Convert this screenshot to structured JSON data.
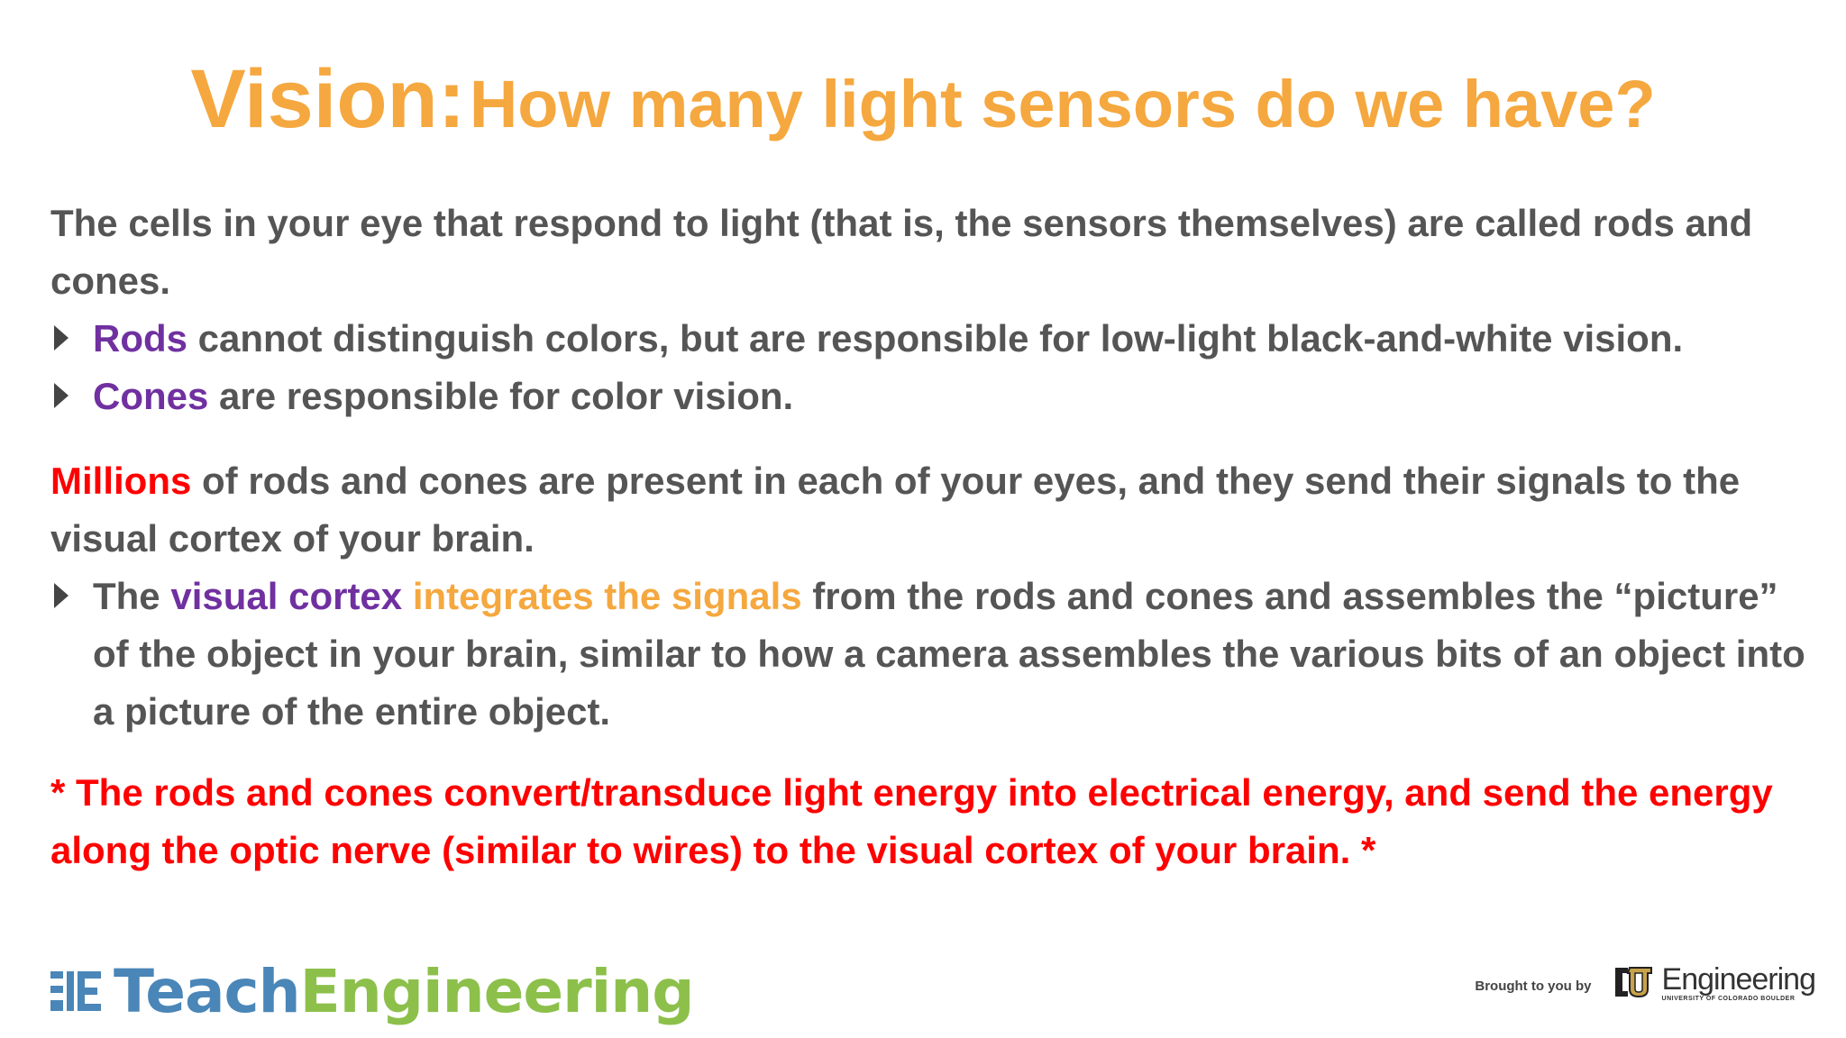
{
  "title": {
    "main": "Vision:",
    "sub": "How many light sensors do we have?"
  },
  "intro": {
    "text": "The cells in your eye that respond to light (that is, the sensors themselves) are called rods and cones."
  },
  "bullets1": [
    {
      "highlight": "Rods",
      "rest": " cannot distinguish colors, but are responsible for low-light black-and-white vision."
    },
    {
      "highlight": "Cones",
      "rest": " are responsible for color vision."
    }
  ],
  "para2": {
    "highlight": "Millions",
    "rest": " of rods and cones are present in each of your eyes, and they send their signals to the visual cortex of your brain."
  },
  "bullet2": {
    "lead": "The ",
    "highlight_purple": "visual cortex",
    "highlight_orange": " integrates the signals",
    "rest": " from the rods and cones and assembles the “picture” of the object in your brain, similar to how a camera assembles the various bits of an object into a picture of the entire object."
  },
  "note": "* The rods and cones convert/transduce light energy into electrical energy, and send the energy along the optic nerve (similar to wires) to the visual cortex of your brain. *",
  "footer": {
    "logo_teach": "Teach",
    "logo_engineering": "Engineering",
    "brought_by": "Brought to you by",
    "cu_engineering": "Engineering",
    "cu_sub": "UNIVERSITY OF COLORADO BOULDER"
  },
  "colors": {
    "title": "#f5a83f",
    "body": "#555555",
    "purple": "#7030a0",
    "red": "#ff0000",
    "teach_blue": "#4a86b8",
    "eng_green": "#8cc04b"
  }
}
